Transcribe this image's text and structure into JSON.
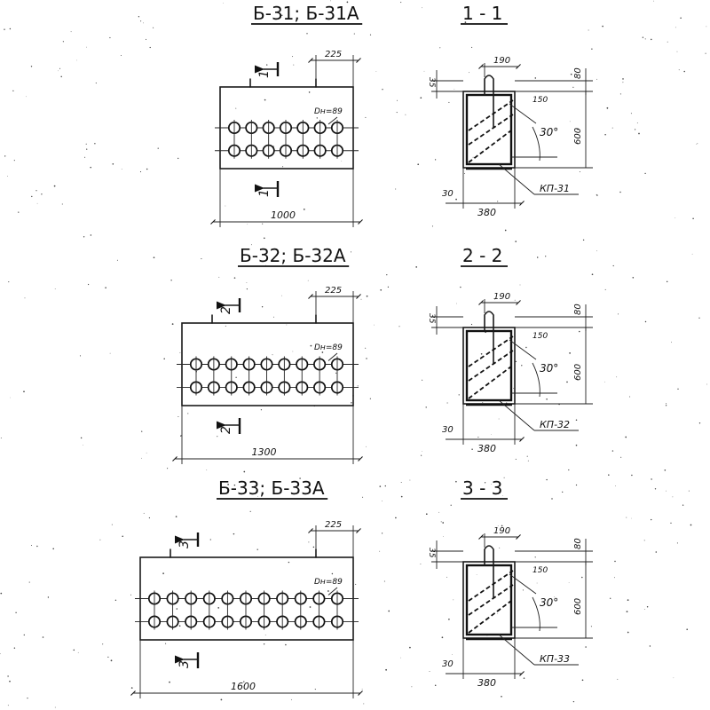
{
  "units": [
    {
      "title": "Б-31; Б-31А",
      "section": "1 - 1",
      "mark": "1",
      "length": "1000",
      "offset": "225",
      "hole": "Dн=89",
      "hole_cols": 7,
      "width": "190",
      "top": "80",
      "cover": "35",
      "step": "150",
      "angle": "30°",
      "height": "600",
      "edge": "30",
      "depth": "380",
      "part": "КП-31"
    },
    {
      "title": "Б-32; Б-32А",
      "section": "2 - 2",
      "mark": "2",
      "length": "1300",
      "offset": "225",
      "hole": "Dн=89",
      "hole_cols": 9,
      "width": "190",
      "top": "80",
      "cover": "35",
      "step": "150",
      "angle": "30°",
      "height": "600",
      "edge": "30",
      "depth": "380",
      "part": "КП-32"
    },
    {
      "title": "Б-33; Б-33А",
      "section": "3 - 3",
      "mark": "3",
      "length": "1600",
      "offset": "225",
      "hole": "Dн=89",
      "hole_cols": 11,
      "width": "190",
      "top": "80",
      "cover": "35",
      "step": "150",
      "angle": "30°",
      "height": "600",
      "edge": "30",
      "depth": "380",
      "part": "КП-33"
    }
  ]
}
